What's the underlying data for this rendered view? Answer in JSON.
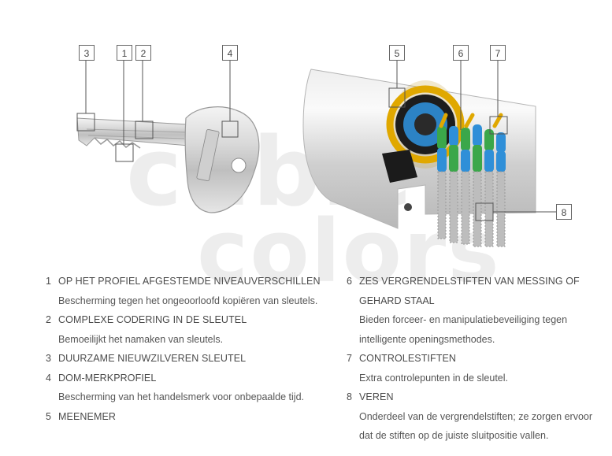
{
  "callouts": [
    "3",
    "1",
    "2",
    "4",
    "5",
    "6",
    "7",
    "8"
  ],
  "watermark": {
    "line1": "cubic",
    "line2": "colors"
  },
  "legend_left": [
    {
      "num": "1",
      "title": "OP HET PROFIEL AFGESTEMDE NIVEAUVERSCHILLEN",
      "desc": "Bescherming tegen het ongeoorloofd kopiëren van sleutels."
    },
    {
      "num": "2",
      "title": "COMPLEXE CODERING IN DE SLEUTEL",
      "desc": "Bemoeilijkt het namaken van sleutels."
    },
    {
      "num": "3",
      "title": "DUURZAME NIEUWZILVEREN SLEUTEL",
      "desc": ""
    },
    {
      "num": "4",
      "title": "DOM-MERKPROFIEL",
      "desc": "Bescherming van het handelsmerk voor onbepaalde tijd."
    },
    {
      "num": "5",
      "title": "MEENEMER",
      "desc": ""
    }
  ],
  "legend_right": [
    {
      "num": "6",
      "title": "ZES VERGRENDELSTIFTEN VAN MESSING OF",
      "title2": "GEHARD STAAL",
      "desc": "Bieden forceer- en manipulatiebeveiliging tegen",
      "desc2": "intelligente openingsmethodes."
    },
    {
      "num": "7",
      "title": "CONTROLESTIFTEN",
      "desc": "Extra controlepunten in de sleutel."
    },
    {
      "num": "8",
      "title": "VEREN",
      "desc": "Onderdeel van de vergrendelstiften; ze zorgen ervoor",
      "desc2": "dat de stiften op de juiste sluitpositie vallen."
    }
  ],
  "colors": {
    "accent_gold": "#e0a800",
    "pin_blue": "#2f8fd8",
    "pin_green": "#3ba74a",
    "brass": "#c9a43a"
  }
}
